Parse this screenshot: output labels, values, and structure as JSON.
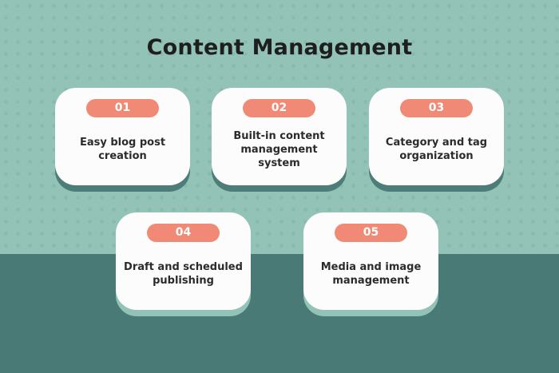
{
  "title": "Content Management",
  "items": [
    {
      "number": "01",
      "label": "Easy blog post creation"
    },
    {
      "number": "02",
      "label": "Built-in content management system"
    },
    {
      "number": "03",
      "label": "Category and tag organization"
    },
    {
      "number": "04",
      "label": "Draft and scheduled publishing"
    },
    {
      "number": "05",
      "label": "Media and image management"
    }
  ],
  "colors": {
    "background": "#93c3b6",
    "band": "#4a7a75",
    "pill": "#f08a76",
    "card": "#fcfcfc"
  }
}
